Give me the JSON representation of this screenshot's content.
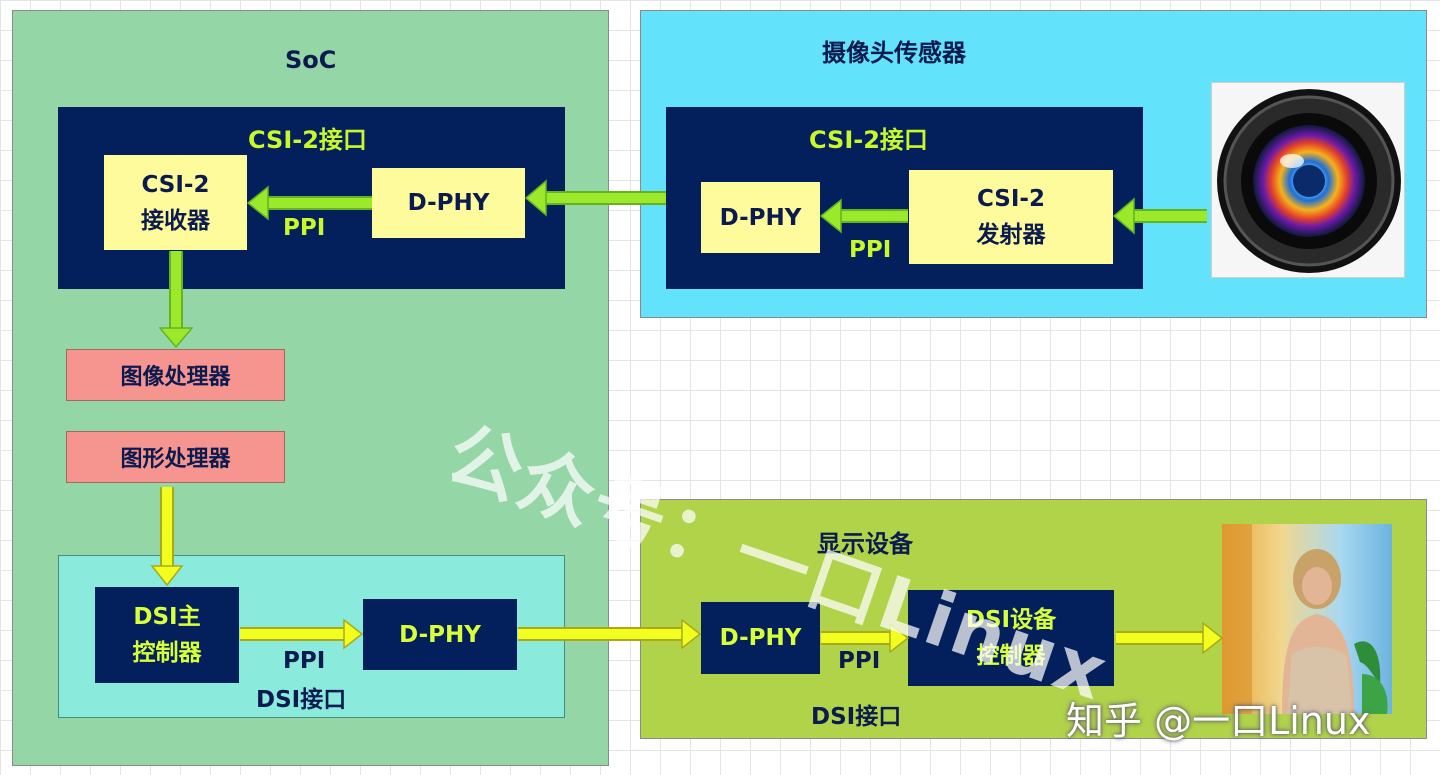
{
  "soc": {
    "title": "SoC",
    "csi_iface": "CSI-2接口",
    "csi_rx": [
      "CSI-2",
      "接收器"
    ],
    "dphy": "D-PHY",
    "ppi": "PPI",
    "image_proc": "图像处理器",
    "graphics_proc": "图形处理器",
    "dsi_host": [
      "DSI主",
      "控制器"
    ],
    "dsi_dphy": "D-PHY",
    "dsi_ppi": "PPI",
    "dsi_iface": "DSI接口"
  },
  "camera": {
    "title": "摄像头传感器",
    "csi_iface": "CSI-2接口",
    "dphy": "D-PHY",
    "csi_tx": [
      "CSI-2",
      "发射器"
    ],
    "ppi": "PPI"
  },
  "display": {
    "title": "显示设备",
    "dphy": "D-PHY",
    "ppi": "PPI",
    "dsi_dev": [
      "DSI设备",
      "控制器"
    ],
    "dsi_iface": "DSI接口"
  },
  "watermark": "公众号：一口Linux",
  "signature": "知乎 @一口Linux",
  "colors": {
    "soc_bg": "#94d6a6",
    "camera_bg": "#63e3fb",
    "display_bg": "#b0d34a",
    "navy": "#03205c",
    "yellow_box": "#fdfb9b",
    "pink_box": "#f6958f",
    "dsi_box": "#8aeadc",
    "csi_arrow": "#9be92a",
    "dsi_arrow": "#f2ff1e"
  }
}
